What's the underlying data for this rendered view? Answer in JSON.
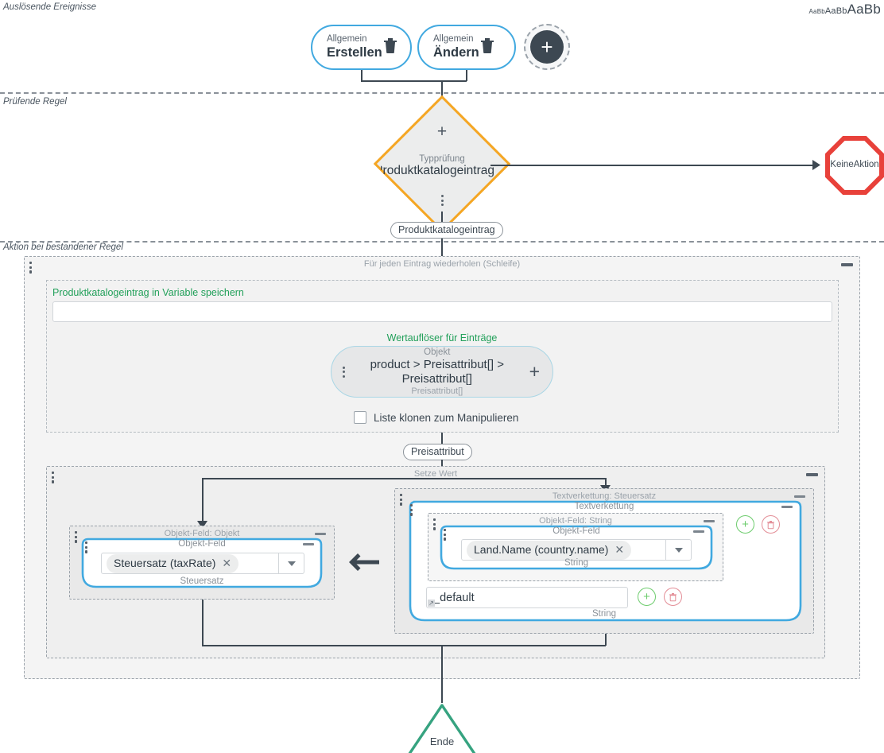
{
  "lanes": [
    {
      "label": "Auslösende Ereignisse"
    },
    {
      "label": "Prüfende Regel"
    },
    {
      "label": "Aktion bei bestandener Regel"
    }
  ],
  "font_sizer": {
    "small": "AaBb",
    "medium": "AaBb",
    "large": "AaBb"
  },
  "trigger_events": [
    {
      "category": "Allgemein",
      "name": "Erstellen",
      "delete_icon": "trash-icon"
    },
    {
      "category": "Allgemein",
      "name": "Ändern",
      "delete_icon": "trash-icon"
    }
  ],
  "add_event_button": {
    "icon": "plus-icon"
  },
  "decision": {
    "plus": "+",
    "kind": "Typprüfung",
    "name": "Produktkatalogeintrag",
    "menu_icon": "kebab-menu-icon"
  },
  "no_action": {
    "line1": "Keine",
    "line2": "Aktion"
  },
  "chips": {
    "after_decision": "Produktkatalogeintrag",
    "after_loop": "Preisattribut"
  },
  "loop": {
    "title": "Für jeden Eintrag wiederholen (Schleife)",
    "collapse_icon": "collapse-icon",
    "drag_icon": "drag-handle-icon",
    "variable": {
      "label": "Produktkatalogeintrag in Variable speichern",
      "value": "",
      "placeholder": ""
    },
    "resolver": {
      "label": "Wertauflöser für Einträge",
      "kind": "Objekt",
      "path": "product > Preisattribut[] > Preisattribut[]",
      "type": "Preisattribut[]",
      "add_icon": "plus-icon",
      "menu_icon": "kebab-menu-icon"
    },
    "clone_checkbox": {
      "label": "Liste klonen zum Manipulieren",
      "checked": false
    }
  },
  "set_value": {
    "title": "Setze Wert",
    "collapse_icon": "collapse-icon",
    "drag_icon": "drag-handle-icon",
    "target": {
      "outer_title": "Objekt-Feld: Objekt",
      "inner_title": "Objekt-Feld",
      "tag": "Steuersatz (taxRate)",
      "tag_remove_icon": "close-icon",
      "dropdown_icon": "chevron-down-icon",
      "type": "Steuersatz"
    },
    "back_arrow_icon": "arrow-left-icon",
    "source": {
      "outer_title": "Textverkettung: Steuersatz",
      "inner_title": "Textverkettung",
      "add_icon": "plus-circle-icon",
      "delete_icon": "trash-circle-icon",
      "part1": {
        "outer_title": "Objekt-Feld: String",
        "inner_title": "Objekt-Feld",
        "tag": "Land.Name (country.name)",
        "tag_remove_icon": "close-icon",
        "dropdown_icon": "chevron-down-icon",
        "type": "String"
      },
      "part2": {
        "value": "_default",
        "type": "String",
        "add_icon": "plus-circle-icon",
        "delete_icon": "trash-circle-icon"
      }
    }
  },
  "end_node": {
    "label": "Ende"
  }
}
